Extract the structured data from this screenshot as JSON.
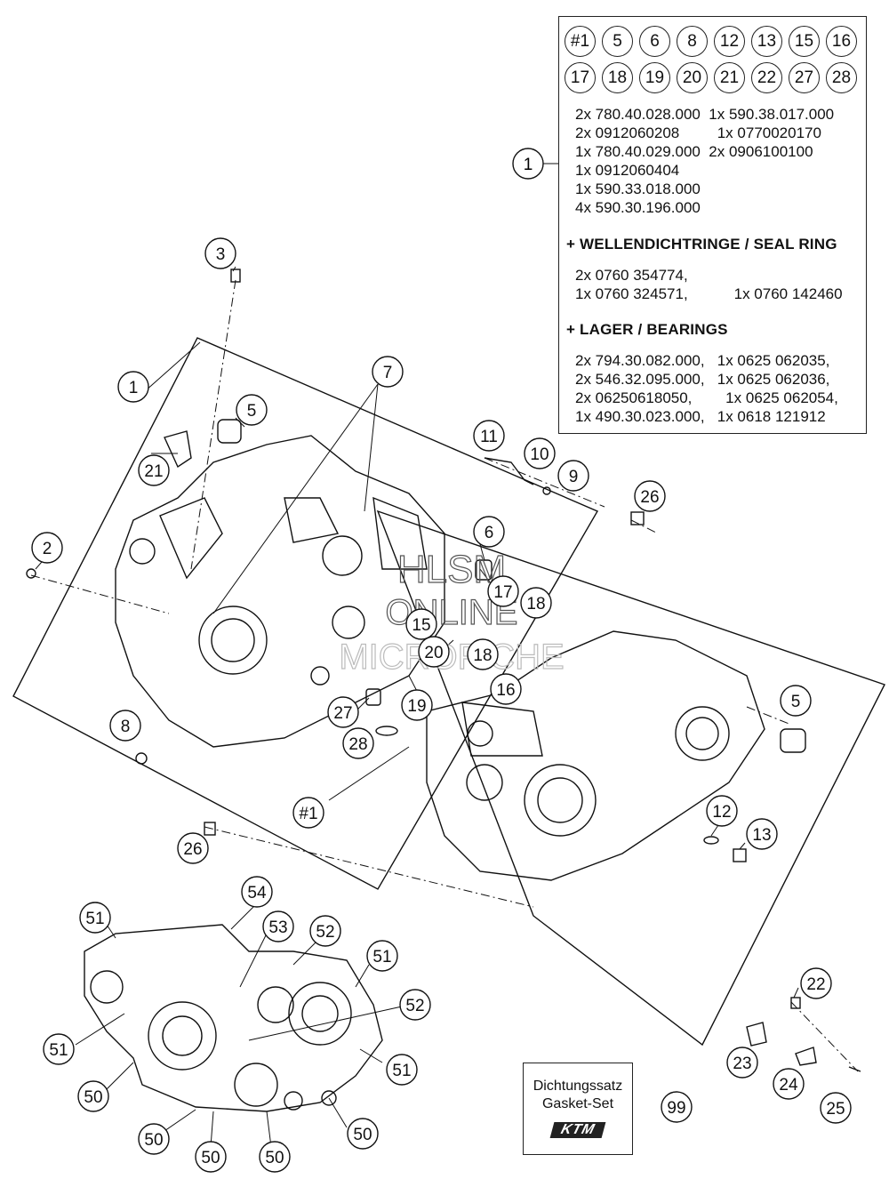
{
  "info": {
    "part_numbers": [
      "#1",
      "5",
      "6",
      "8",
      "12",
      "13",
      "15",
      "16",
      "17",
      "18",
      "19",
      "20",
      "21",
      "22",
      "27",
      "28"
    ],
    "main_item": "1",
    "kit_lines": [
      "2x 780.40.028.000  1x 590.38.017.000",
      "2x 0912060208         1x 0770020170",
      "1x 780.40.029.000  2x 0906100100",
      "1x 0912060404",
      "1x 590.33.018.000",
      "4x 590.30.196.000"
    ],
    "seal_heading": "+ WELLENDICHTRINGE /  SEAL RING",
    "seal_lines": [
      "2x 0760 354774,",
      "1x 0760 324571,           1x 0760 142460"
    ],
    "bearing_heading": "+ LAGER / BEARINGS",
    "bearing_lines": [
      "2x 794.30.082.000,   1x 0625 062035,",
      "2x 546.32.095.000,   1x 0625 062036,",
      "2x 06250618050,        1x 0625 062054,",
      "1x 490.30.023.000,   1x 0618 121912"
    ]
  },
  "callouts": [
    {
      "label": "3"
    },
    {
      "label": "1"
    },
    {
      "label": "5"
    },
    {
      "label": "7"
    },
    {
      "label": "21"
    },
    {
      "label": "2"
    },
    {
      "label": "8"
    },
    {
      "label": "11"
    },
    {
      "label": "10"
    },
    {
      "label": "9"
    },
    {
      "label": "26"
    },
    {
      "label": "6"
    },
    {
      "label": "17"
    },
    {
      "label": "18"
    },
    {
      "label": "15"
    },
    {
      "label": "20"
    },
    {
      "label": "18"
    },
    {
      "label": "16"
    },
    {
      "label": "19"
    },
    {
      "label": "27"
    },
    {
      "label": "28"
    },
    {
      "label": "5"
    },
    {
      "label": "#1"
    },
    {
      "label": "12"
    },
    {
      "label": "13"
    },
    {
      "label": "26"
    },
    {
      "label": "54"
    },
    {
      "label": "51"
    },
    {
      "label": "53"
    },
    {
      "label": "52"
    },
    {
      "label": "51"
    },
    {
      "label": "52"
    },
    {
      "label": "51"
    },
    {
      "label": "51"
    },
    {
      "label": "50"
    },
    {
      "label": "50"
    },
    {
      "label": "50"
    },
    {
      "label": "50"
    },
    {
      "label": "50"
    },
    {
      "label": "22"
    },
    {
      "label": "23"
    },
    {
      "label": "24"
    },
    {
      "label": "25"
    },
    {
      "label": "99"
    }
  ],
  "watermark": [
    "HLSM",
    "ONLINE",
    "MICROFICHE"
  ],
  "gasket": {
    "line1": "Dichtungssatz",
    "line2": "Gasket-Set",
    "logo": "KTM"
  }
}
